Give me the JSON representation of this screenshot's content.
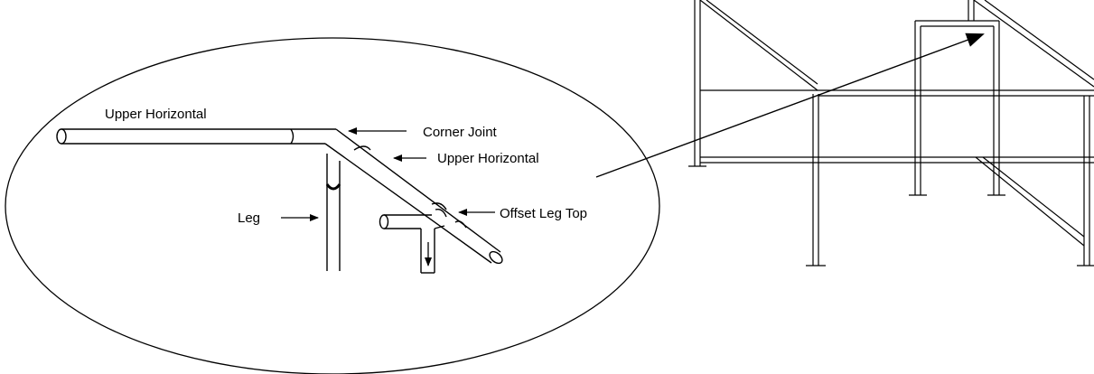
{
  "diagram": {
    "labels": {
      "upper_horizontal_1": "Upper Horizontal",
      "corner_joint": "Corner Joint",
      "upper_horizontal_2": "Upper Horizontal",
      "leg": "Leg",
      "offset_leg_top": "Offset Leg Top"
    },
    "colors": {
      "line": "#000000",
      "background": "#ffffff"
    }
  }
}
